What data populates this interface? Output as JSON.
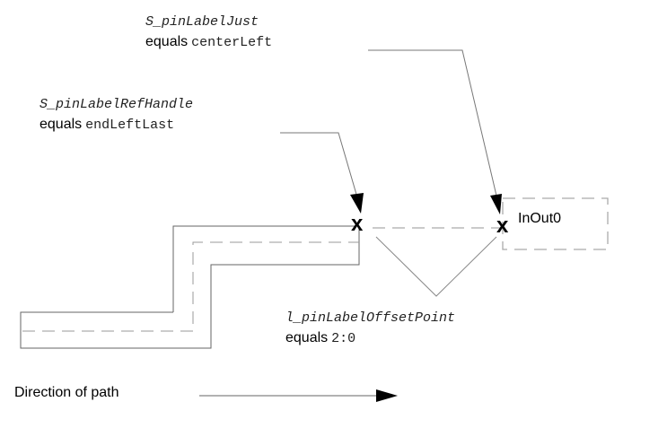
{
  "annotations": {
    "label_just": {
      "name": "S_pinLabelJust",
      "equals_word": "equals",
      "value": "centerLeft"
    },
    "ref_handle": {
      "name": "S_pinLabelRefHandle",
      "equals_word": "equals",
      "value": "endLeftLast"
    },
    "offset_point": {
      "name": "l_pinLabelOffsetPoint",
      "equals_word": "equals",
      "value": "2:0"
    }
  },
  "pin_label": "InOut0",
  "marker_glyph": "x",
  "direction": {
    "label": "Direction of path"
  },
  "colors": {
    "outline": "#555555",
    "dashed": "#999999",
    "leader": "#666666",
    "arrow": "#000000"
  }
}
